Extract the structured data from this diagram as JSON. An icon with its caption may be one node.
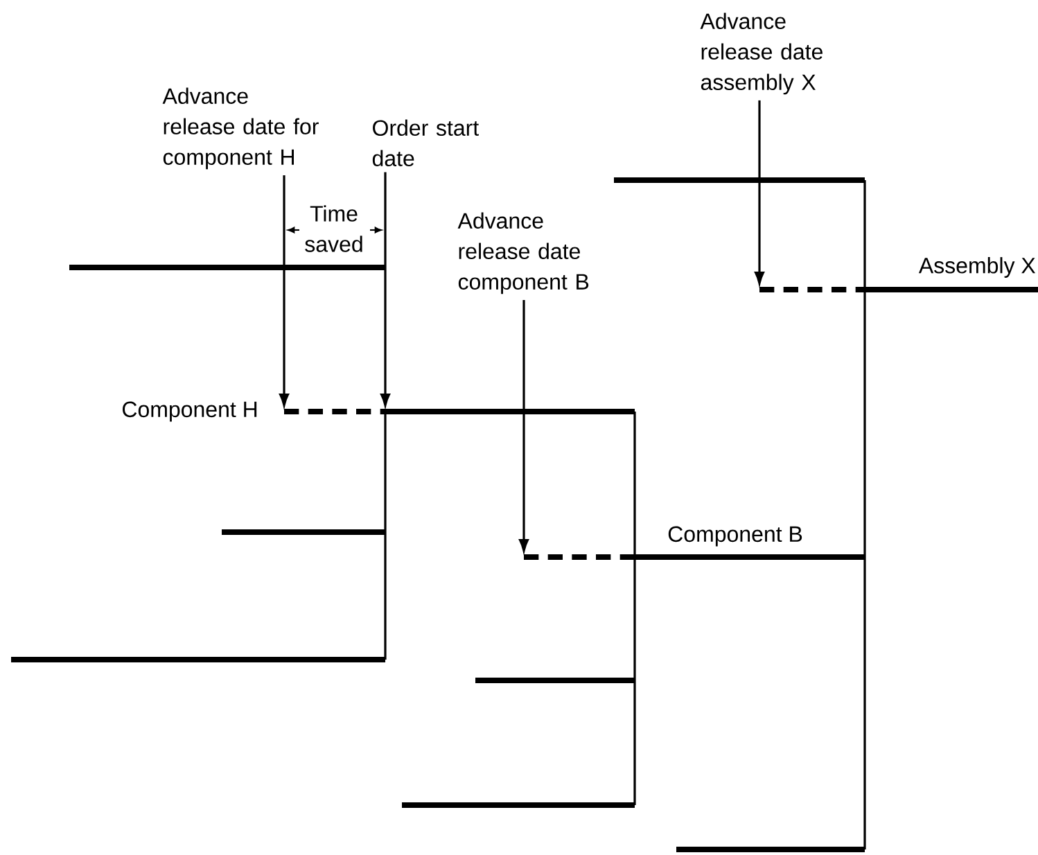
{
  "diagram": {
    "nodes": [
      {
        "text": [
          "Advance release date for component H"
        ]
      },
      {
        "text": [
          "Order start date"
        ]
      },
      {
        "text": [
          "Advance release date component B"
        ]
      },
      {
        "text": [
          "Advance release date assembly X"
        ]
      }
    ],
    "edges": [
      {
        "from": 0,
        "to": null,
        "arrow": "to"
      },
      {
        "from": 1,
        "to": null,
        "arrow": "to"
      },
      {
        "from": 2,
        "to": null,
        "arrow": "to"
      },
      {
        "from": 3,
        "to": null,
        "arrow": "to"
      }
    ],
    "labels": [
      "Time saved",
      "Assembly X",
      "Component H",
      "Component B"
    ]
  }
}
